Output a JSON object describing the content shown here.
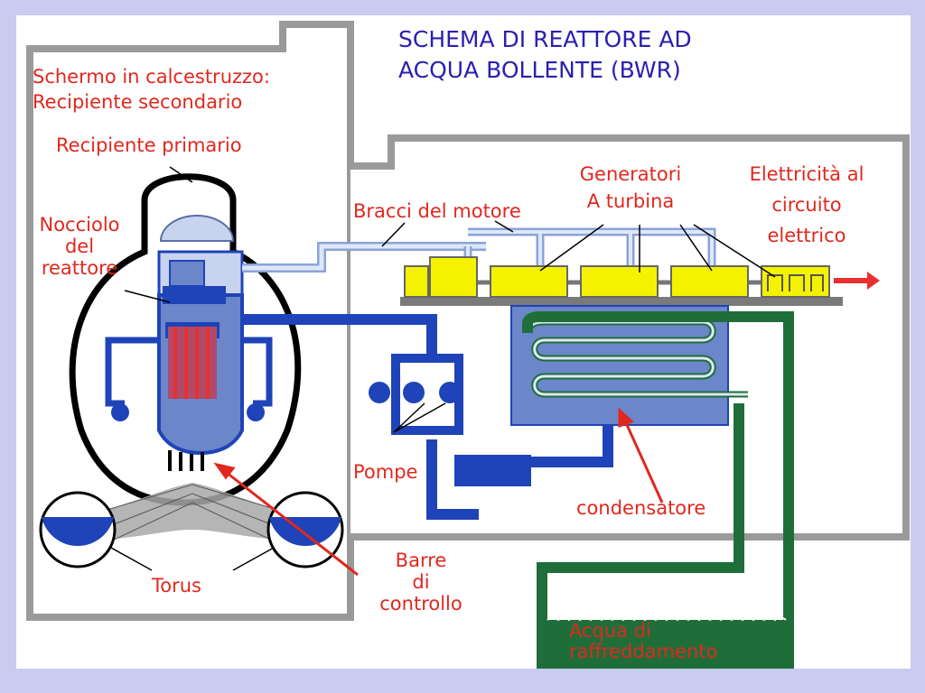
{
  "title": {
    "line1": "SCHEMA DI REATTORE AD",
    "line2": "ACQUA BOLLENTE (BWR)"
  },
  "labels": {
    "concrete_shield_1": "Schermo in calcestruzzo:",
    "concrete_shield_2": "Recipiente secondario",
    "primary_vessel": "Recipiente primario",
    "core_1": "Nocciolo",
    "core_2": "del",
    "core_3": "reattore",
    "motor_arms": "Bracci del motore",
    "generators_1": "Generatori",
    "generators_2": "A turbina",
    "electricity_1": "Elettricità al",
    "electricity_2": "circuito",
    "electricity_3": "elettrico",
    "pumps": "Pompe",
    "condenser": "condensatore",
    "control_rods_1": "Barre",
    "control_rods_2": "di",
    "control_rods_3": "controllo",
    "torus": "Torus",
    "cooling_water_1": "Acqua di",
    "cooling_water_2": "raffreddamento"
  },
  "colors": {
    "background": "#c9ccf0",
    "label_red": "#e0281e",
    "title_blue": "#2a1fb0",
    "pipe_blue": "#1f43b8",
    "cooling_green": "#1f6e3a",
    "turbine_yellow": "#f5f200",
    "vessel_light_blue": "#c8d4ee",
    "wall_gray": "#9a9a9a"
  }
}
